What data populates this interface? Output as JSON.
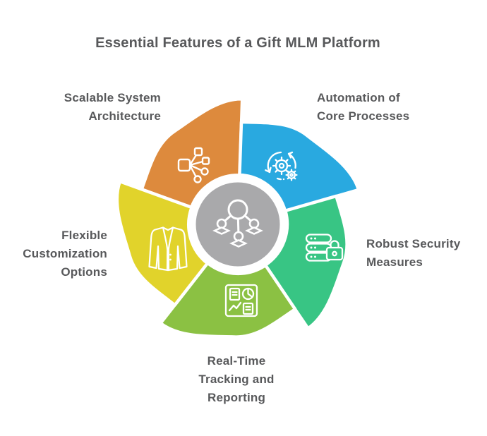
{
  "title": "Essential Features of a Gift MLM Platform",
  "diagram": {
    "center_color": "#A9A9AB",
    "center_icon": "network-hierarchy-icon",
    "features": [
      {
        "name": "Scalable System Architecture",
        "label_lines": [
          "Scalable System",
          "Architecture"
        ],
        "color": "#DD8A3D",
        "icon": "scalability-icon",
        "position": "top-left"
      },
      {
        "name": "Automation of Core Processes",
        "label_lines": [
          "Automation of",
          "Core Processes"
        ],
        "color": "#29A9E0",
        "icon": "automation-gears-icon",
        "position": "top-right"
      },
      {
        "name": "Robust Security Measures",
        "label_lines": [
          "Robust Security",
          "Measures"
        ],
        "color": "#38C584",
        "icon": "secure-server-icon",
        "position": "right"
      },
      {
        "name": "Real-Time Tracking and Reporting",
        "label_lines": [
          "Real-Time",
          "Tracking and",
          "Reporting"
        ],
        "color": "#8BC143",
        "icon": "report-dashboard-icon",
        "position": "bottom"
      },
      {
        "name": "Flexible Customization Options",
        "label_lines": [
          "Flexible",
          "Customization",
          "Options"
        ],
        "color": "#E1D32B",
        "icon": "suit-jacket-icon",
        "position": "left"
      }
    ]
  },
  "colors": {
    "background": "#FFFFFF",
    "text": "#58595B",
    "stroke": "#FFFFFF"
  }
}
